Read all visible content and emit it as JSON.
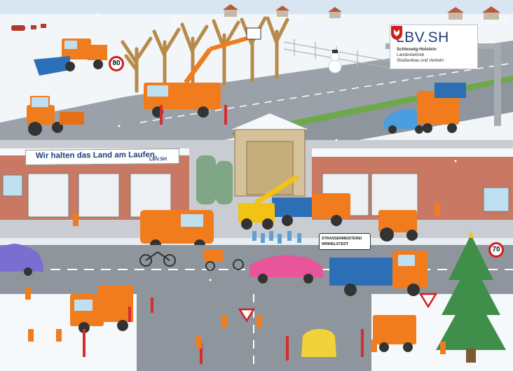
{
  "brand": {
    "name": "LBV.SH",
    "line1": "Schleswig-Holstein",
    "line2": "Landesbetrieb",
    "line3": "Straßenbau und Verkehr"
  },
  "banner": {
    "text": "Wir halten das Land am Laufen.",
    "logo": "LBV.SH"
  },
  "depot_sign": {
    "line1": "STRASSENMEISTEREI",
    "line2": "WINNELSTEDT"
  },
  "speed_signs": [
    {
      "value": "80"
    },
    {
      "value": "70"
    }
  ],
  "colors": {
    "vehicle_orange": "#f07c1e",
    "sky": "#d7e6f1",
    "snow": "#f6f9fb",
    "road": "#8e959c",
    "brick": "#c97863",
    "brand_blue": "#1f3f7a"
  }
}
